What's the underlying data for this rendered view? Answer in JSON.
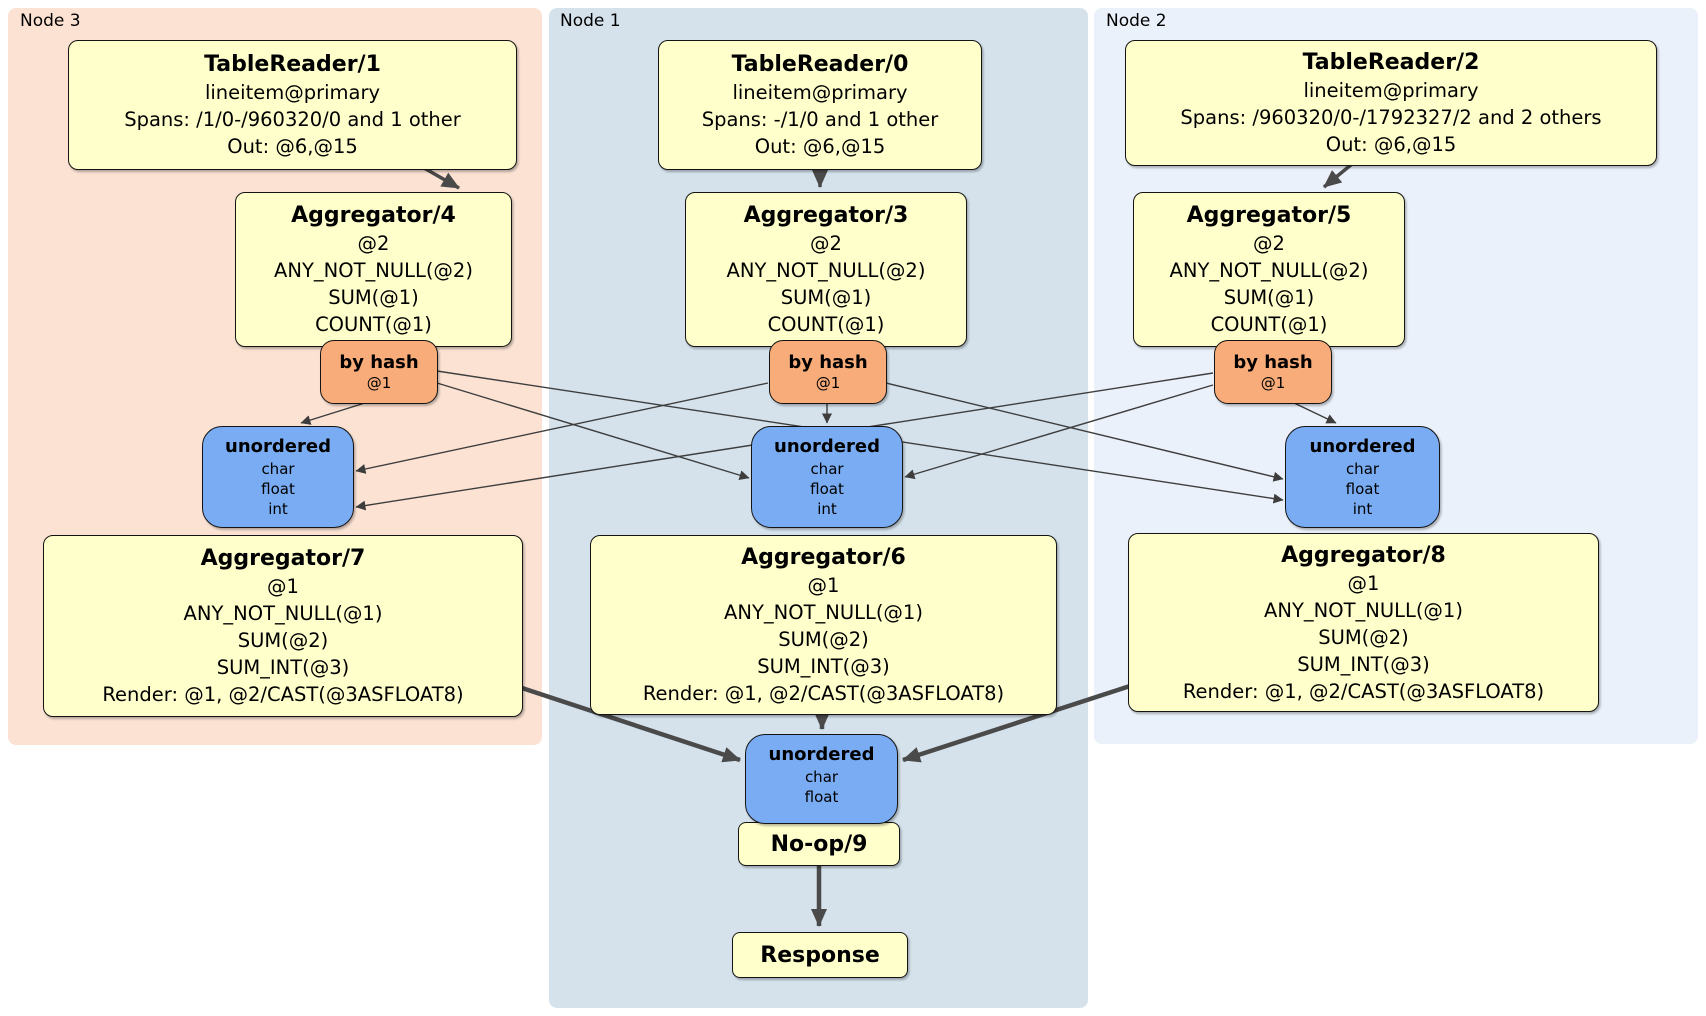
{
  "colors": {
    "node3_bg": "#fbe2d3",
    "node1_bg": "#d5e2ec",
    "node2_bg": "#ebf1fa",
    "processor_box": "#ffffcc",
    "router_box": "#f8ac79",
    "sync_box": "#79acf2",
    "edge": "#4a4a4a"
  },
  "nodes": [
    {
      "label": "Node 3",
      "reader": {
        "title": "TableReader/1",
        "lines": [
          "lineitem@primary",
          "Spans: /1/0-/960320/0 and 1 other",
          "Out: @6,@15"
        ]
      },
      "agg_top": {
        "title": "Aggregator/4",
        "lines": [
          "@2",
          "ANY_NOT_NULL(@2)",
          "SUM(@1)",
          "COUNT(@1)"
        ]
      },
      "router": {
        "title": "by hash",
        "detail": "@1"
      },
      "sync": {
        "title": "unordered",
        "lines": [
          "char",
          "float",
          "int"
        ]
      },
      "agg_bottom": {
        "title": "Aggregator/7",
        "lines": [
          "@1",
          "ANY_NOT_NULL(@1)",
          "SUM(@2)",
          "SUM_INT(@3)",
          "Render: @1, @2/CAST(@3ASFLOAT8)"
        ]
      }
    },
    {
      "label": "Node 1",
      "reader": {
        "title": "TableReader/0",
        "lines": [
          "lineitem@primary",
          "Spans: -/1/0 and 1 other",
          "Out: @6,@15"
        ]
      },
      "agg_top": {
        "title": "Aggregator/3",
        "lines": [
          "@2",
          "ANY_NOT_NULL(@2)",
          "SUM(@1)",
          "COUNT(@1)"
        ]
      },
      "router": {
        "title": "by hash",
        "detail": "@1"
      },
      "sync": {
        "title": "unordered",
        "lines": [
          "char",
          "float",
          "int"
        ]
      },
      "agg_bottom": {
        "title": "Aggregator/6",
        "lines": [
          "@1",
          "ANY_NOT_NULL(@1)",
          "SUM(@2)",
          "SUM_INT(@3)",
          "Render: @1, @2/CAST(@3ASFLOAT8)"
        ]
      }
    },
    {
      "label": "Node 2",
      "reader": {
        "title": "TableReader/2",
        "lines": [
          "lineitem@primary",
          "Spans: /960320/0-/1792327/2 and 2 others",
          "Out: @6,@15"
        ]
      },
      "agg_top": {
        "title": "Aggregator/5",
        "lines": [
          "@2",
          "ANY_NOT_NULL(@2)",
          "SUM(@1)",
          "COUNT(@1)"
        ]
      },
      "router": {
        "title": "by hash",
        "detail": "@1"
      },
      "sync": {
        "title": "unordered",
        "lines": [
          "char",
          "float",
          "int"
        ]
      },
      "agg_bottom": {
        "title": "Aggregator/8",
        "lines": [
          "@1",
          "ANY_NOT_NULL(@1)",
          "SUM(@2)",
          "SUM_INT(@3)",
          "Render: @1, @2/CAST(@3ASFLOAT8)"
        ]
      }
    }
  ],
  "final": {
    "sync": {
      "title": "unordered",
      "lines": [
        "char",
        "float"
      ]
    },
    "noop": {
      "title": "No-op/9"
    },
    "response": {
      "title": "Response"
    }
  }
}
